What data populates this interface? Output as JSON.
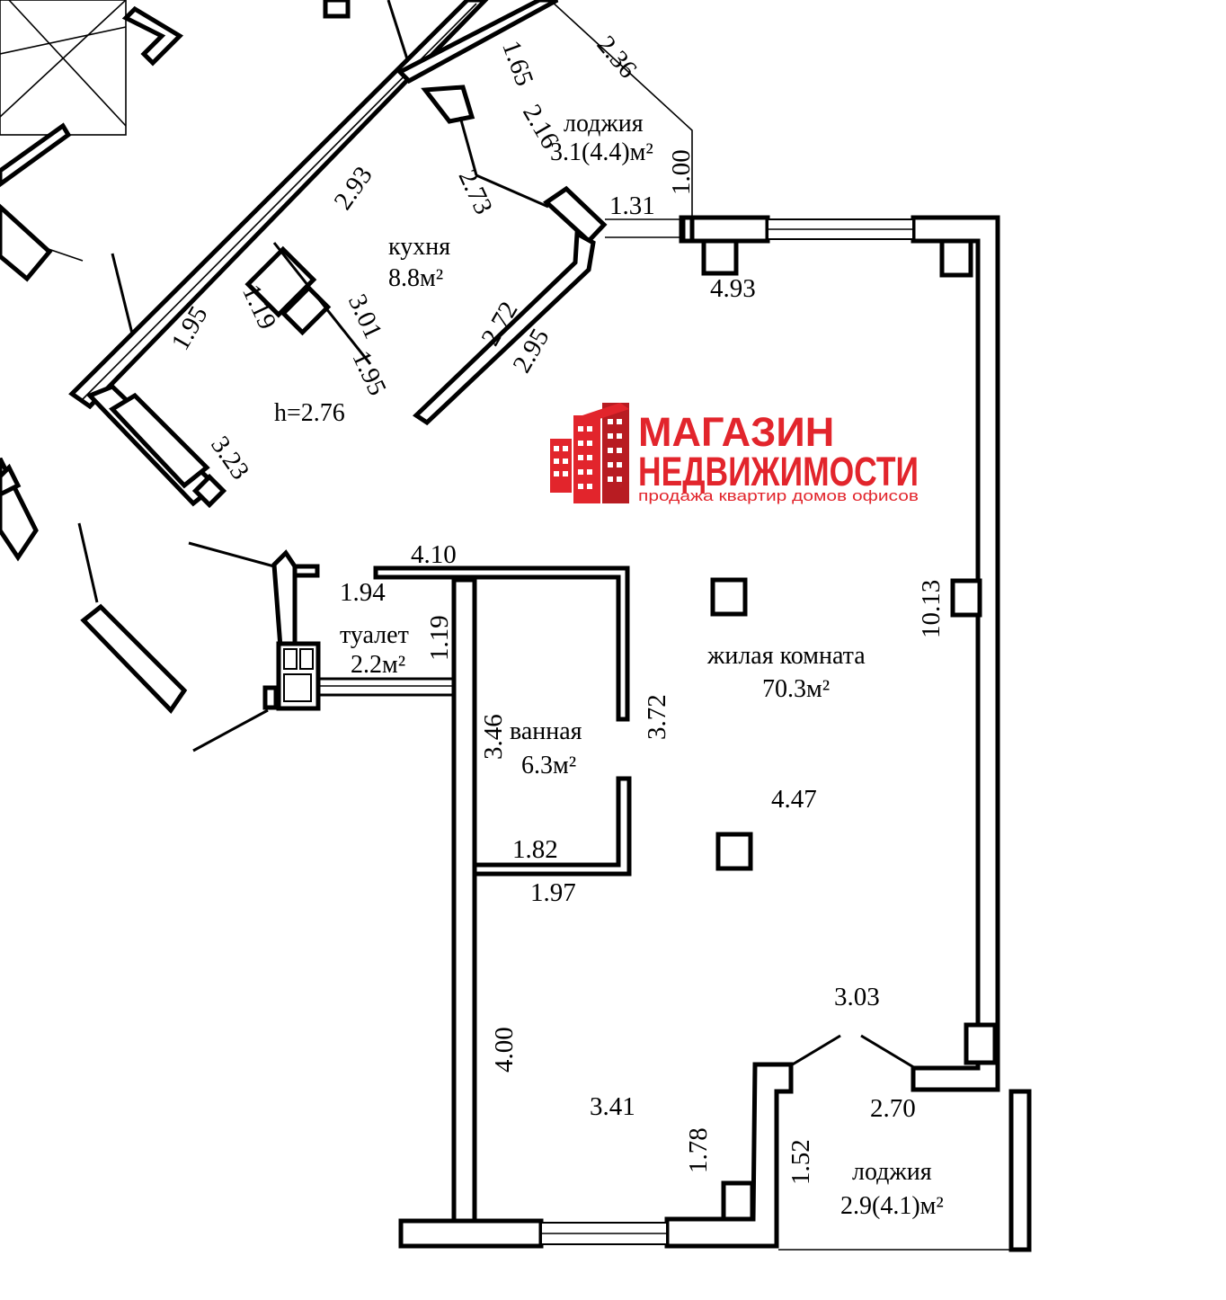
{
  "colors": {
    "ink": "#000000",
    "brand": "#e2252c",
    "brand_dark": "#b81c22",
    "paper": "#ffffff"
  },
  "logo": {
    "line1": "МАГАЗИН",
    "line2": "НЕДВИЖИМОСТИ",
    "tagline": "продажа квартир домов офисов",
    "icon": "building-icon"
  },
  "rooms": {
    "loggia_top_name": "лоджия",
    "loggia_top_area": "3.1(4.4)м²",
    "kitchen_name": "кухня",
    "kitchen_area": "8.8м²",
    "ceiling_height": "h=2.76",
    "toilet_name": "туалет",
    "toilet_area": "2.2м²",
    "bath_name": "ванная",
    "bath_area": "6.3м²",
    "living_name": "жилая комната",
    "living_area": "70.3м²",
    "loggia_bottom_name": "лоджия",
    "loggia_bottom_area": "2.9(4.1)м²"
  },
  "dims": {
    "d165": "1.65",
    "d236": "2.36",
    "d216": "2.16",
    "d100": "1.00",
    "d293": "2.93",
    "d273": "2.73",
    "d131": "1.31",
    "d493": "4.93",
    "d119k": "1.19",
    "d301": "3.01",
    "d195a": "1.95",
    "d195b": "1.95",
    "d272": "2.72",
    "d295": "2.95",
    "d323": "3.23",
    "d410": "4.10",
    "d194": "1.94",
    "d119t": "1.19",
    "d1013": "10.13",
    "d372": "3.72",
    "d346": "3.46",
    "d447": "4.47",
    "d182": "1.82",
    "d197": "1.97",
    "d303": "3.03",
    "d400": "4.00",
    "d341": "3.41",
    "d178": "1.78",
    "d152": "1.52",
    "d270": "2.70"
  }
}
